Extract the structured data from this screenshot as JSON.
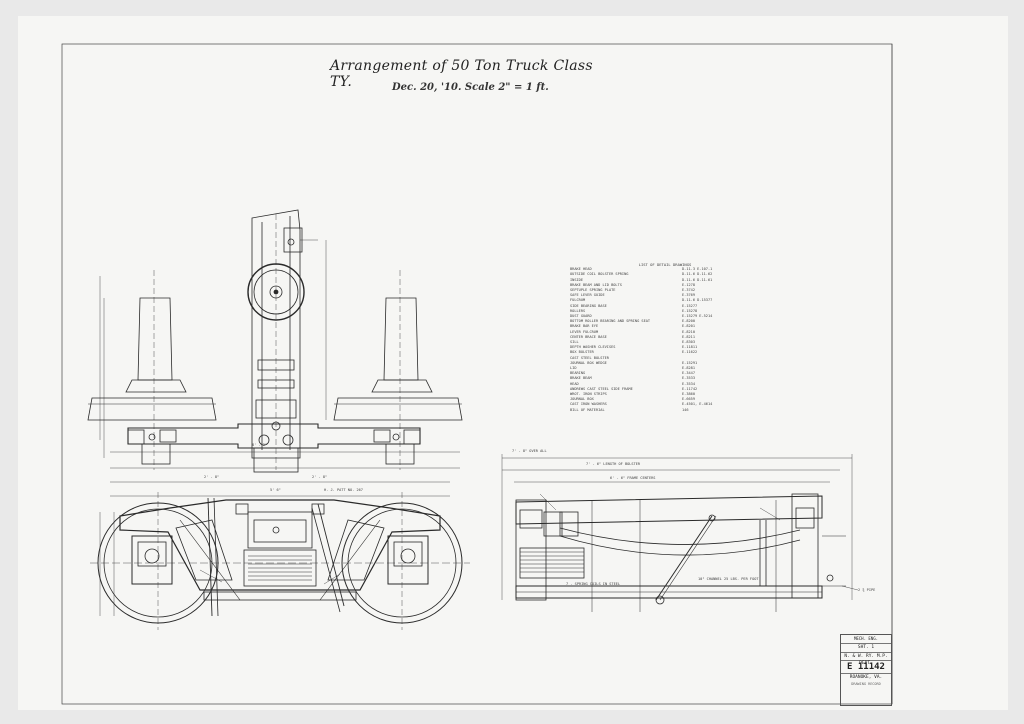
{
  "drawing": {
    "title": "Arrangement of 50 Ton Truck Class TY.",
    "subtitle": "Dec. 20, '10.  Scale 2\" = 1 ft."
  },
  "detail_list": {
    "heading": "LIST OF DETAIL DRAWINGS",
    "items": [
      {
        "name": "BRAKE HEAD",
        "ref": "D-11.3 E-107-1"
      },
      {
        "name": "OUTSIDE COIL BOLSTER SPRING",
        "ref": "D-11.6 D-11.62"
      },
      {
        "name": "INSIDE",
        "ref": "D-11.6 D-11.61"
      },
      {
        "name": "BRAKE BEAM AND LID BOLTS",
        "ref": "E-1278"
      },
      {
        "name": "SEPTUPLE SPRING PLATE",
        "ref": "E-3742"
      },
      {
        "name": "SAFE LEVER GUIDE",
        "ref": "E-3769"
      },
      {
        "name": "FULCRUM",
        "ref": "D-11.6 D-15377"
      },
      {
        "name": "SIDE BEARING BASE",
        "ref": "E-15277"
      },
      {
        "name": "ROLLERS",
        "ref": "E-15278"
      },
      {
        "name": "DUST GUARD",
        "ref": "E-15279 E-5214"
      },
      {
        "name": "BOTTOM ROLLER BEARING AND SPRING SEAT",
        "ref": "E-8200"
      },
      {
        "name": "BRAKE BAR EYE",
        "ref": "E-8201"
      },
      {
        "name": "LEVER FULCRUM",
        "ref": "E-8210"
      },
      {
        "name": "CENTER BRACE BASE",
        "ref": "E-8211"
      },
      {
        "name": "SILL",
        "ref": "E-8303"
      },
      {
        "name": "DEPTH WASHER CLEVISES",
        "ref": "E-11811"
      },
      {
        "name": "BOX BOLSTER",
        "ref": "E-11622"
      },
      {
        "name": "CAST STEEL BOLSTER",
        "ref": ""
      },
      {
        "name": "JOURNAL BOX WEDGE",
        "ref": "E-15291"
      },
      {
        "name": "LID",
        "ref": "E-8281"
      },
      {
        "name": "BEARING",
        "ref": "E-3447"
      },
      {
        "name": "BRAKE BEAM",
        "ref": "E-3533"
      },
      {
        "name": "HEAD",
        "ref": "E-3534"
      },
      {
        "name": "ANDREWS CAST STEEL SIDE FRAME",
        "ref": "E-11742"
      },
      {
        "name": "WROT. IRON STRIPS",
        "ref": "E-3860"
      },
      {
        "name": "JOURNAL BOX",
        "ref": "E-6659"
      },
      {
        "name": "CAST IRON WASHERS",
        "ref": "E-4501, E-4614"
      },
      {
        "name": "BILL OF MATERIAL",
        "ref": "146"
      }
    ]
  },
  "title_block": {
    "line1": "MECH. ENG.",
    "line2": "SHT. 1",
    "dept": "N. & W. RY.  M.P. DEPT.",
    "number": "E 11142",
    "place": "ROANOKE, VA.",
    "stamp": "DRAWING RECORD"
  },
  "annotations": {
    "total_length": "7' - 8\" OVER ALL",
    "bolster_length": "7' - 6\" LENGTH OF BOLSTER",
    "frame_centers": "6' - 6\" FRAME CENTERS",
    "wheel_base": "5' 6\"",
    "dims": [
      "2' - 8\"",
      "2' - 8\"",
      "8' - 2\"",
      "H. J. PATT NO. 267"
    ],
    "channel_note": "10\" CHANNEL 25 LBS. PER FOOT",
    "spring_note": "7 - SPRING COILS IN STEEL",
    "weight_note": "2 ¾ PIPE"
  },
  "colors": {
    "paper": "#f6f6f4",
    "ink": "#2a2a2a",
    "border": "#e9e9e9"
  }
}
